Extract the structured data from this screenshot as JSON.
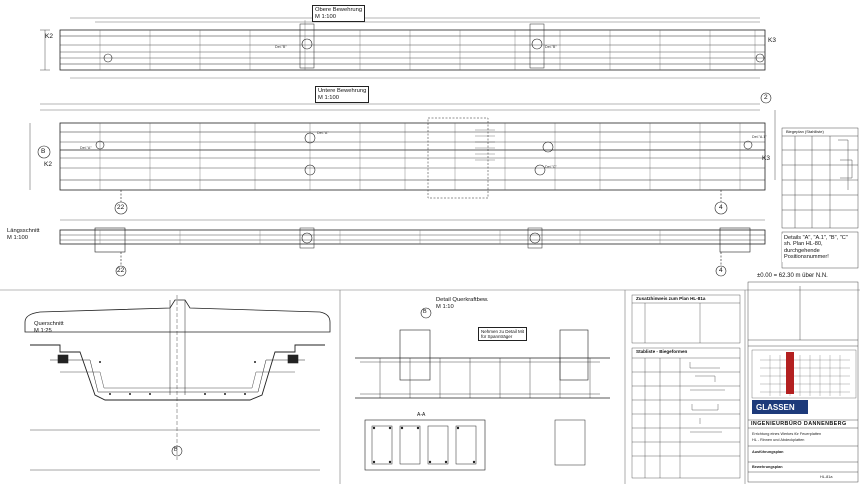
{
  "drawing": {
    "upper_view": {
      "title": "Obere Bewehrung",
      "scale": "M 1:100",
      "label_left": "K2",
      "label_right": "K3"
    },
    "lower_view": {
      "title": "Untere Bewehrung",
      "scale": "M 1:100",
      "label_left": "K2",
      "label_right": "K3",
      "axis_left": "22",
      "axis_right": "4",
      "axis_top_right": "2",
      "axis_b": "B"
    },
    "long_section": {
      "title": "Längsschnitt",
      "scale": "M 1:100",
      "axis_left": "22",
      "axis_right": "4"
    },
    "cross_section": {
      "title": "Querschnitt",
      "scale": "M 1:25",
      "axis": "B"
    },
    "detail_section": {
      "title": "Detail Querkraftbew.",
      "scale": "M 1:10",
      "axis": "B",
      "cut": "A-A"
    },
    "detail_tags": [
      "Det.\"A\"",
      "Det.\"A.1\"",
      "Det.\"B\"",
      "Det.\"C\""
    ],
    "details_note": [
      "Details \"A\", \"A.1\", \"B\", \"C\"",
      "sh. Plan HL-80,",
      "durchgehende",
      "Positionsnummer!"
    ],
    "elevation": "±0.00 = 62.30 m über N.N.",
    "callouts": [
      "Nehmen zu Detail Mit",
      "für Spannträger"
    ]
  },
  "side_tables": {
    "zusatz_title": "Zusatzhinweis zum Plan HL-81a",
    "bending_title": "Stabliste - Biegeformen",
    "legend_title": "Biegeplan (Stahlliste)"
  },
  "title_block": {
    "firm_name": "INGENIEURBÜRO DANNENBERG",
    "logo_text": "GLASSEN",
    "project_lines": [
      "Errichtung eines Werkes für Feuerplatten",
      "HL - Rinnen und Abdeckplatten"
    ],
    "plan_type": "Ausführungsplan",
    "content": "Bewehrungsplan",
    "plan_no": "HL-81a"
  }
}
